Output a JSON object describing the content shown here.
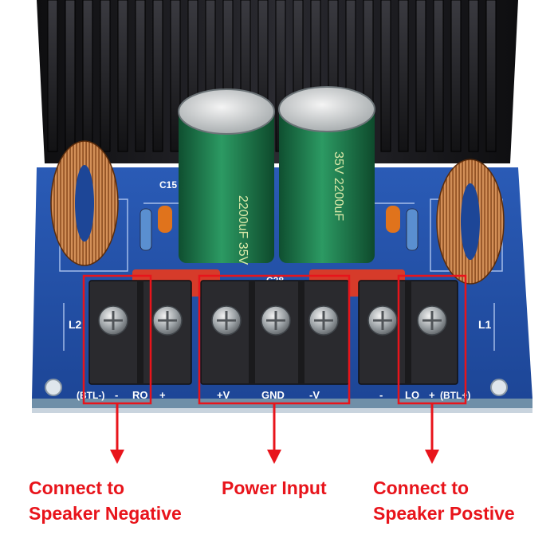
{
  "board": {
    "colors": {
      "pcb": "#1f4fa8",
      "heatsink": "#1b1b1f",
      "capacitor": "#1f7a4c",
      "terminal_block": "#2a2a2e",
      "highlight_box": "#e8141b",
      "callout_text": "#e8141b"
    },
    "silkscreen": {
      "l2": "L2",
      "l1": "L1",
      "c15": "C15",
      "c28": "C28",
      "terminal_labels": [
        "(BTL-)",
        "-",
        "RO",
        "+",
        "+V",
        "GND",
        "-V",
        "-",
        "LO",
        "+",
        "(BTL+)"
      ]
    }
  },
  "callouts": {
    "speaker_negative": {
      "line1": "Connect to",
      "line2": "Speaker Negative"
    },
    "power_input": {
      "label": "Power Input"
    },
    "speaker_positive": {
      "line1": "Connect to",
      "line2": "Speaker Postive"
    }
  }
}
